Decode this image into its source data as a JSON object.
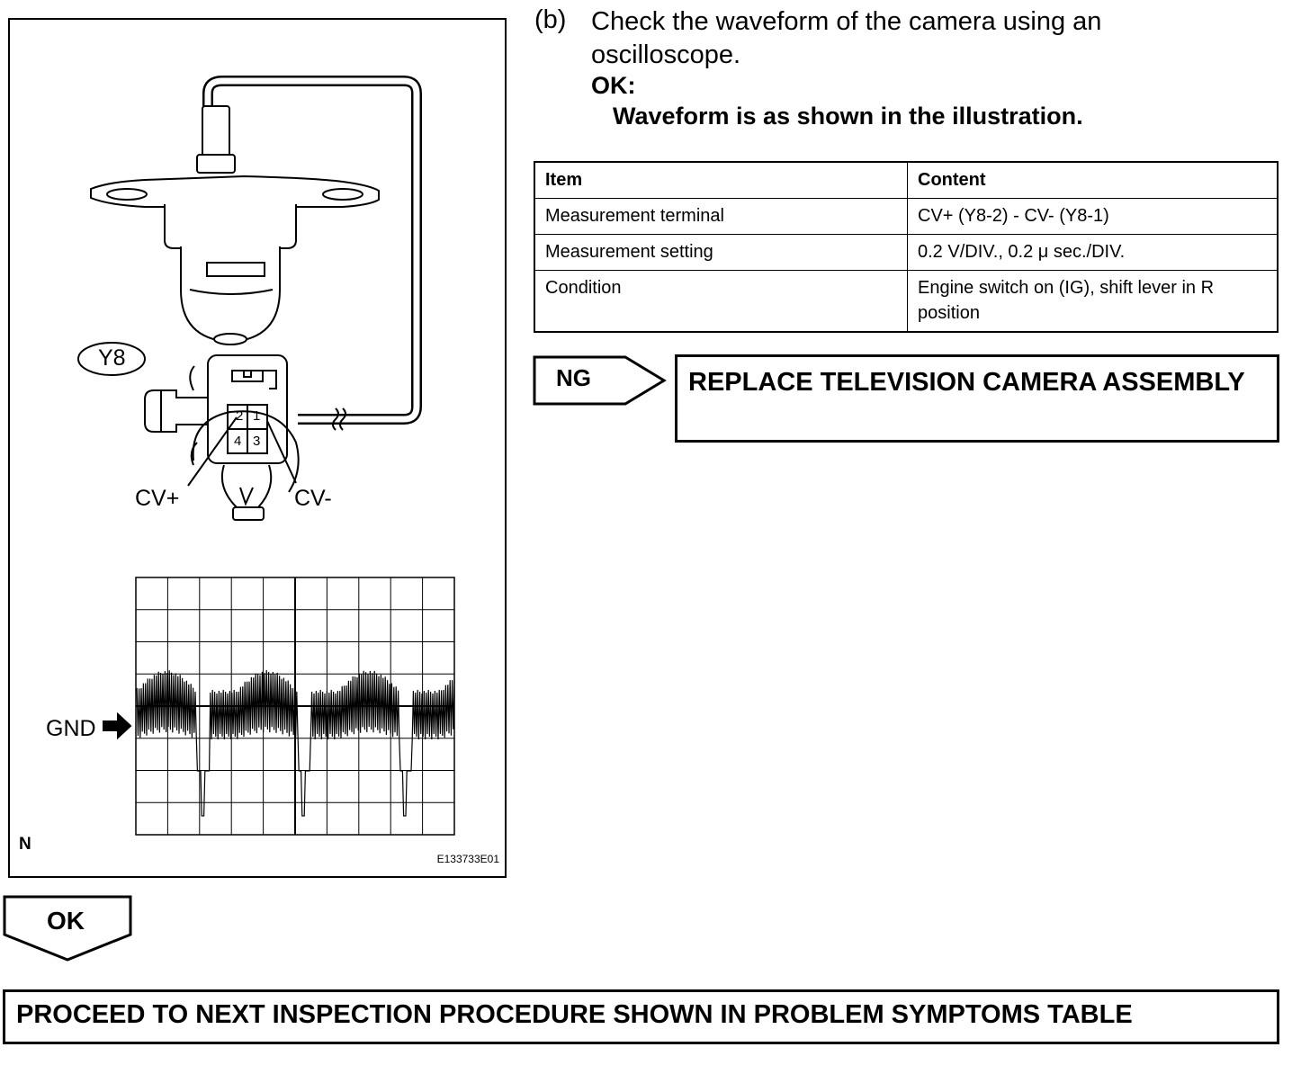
{
  "step": {
    "marker": "(b)",
    "instruction": "Check the waveform of the camera using an oscilloscope.",
    "ok_heading": "OK:",
    "ok_criterion": "Waveform is as shown in the illustration."
  },
  "illustration": {
    "connector_label": "Y8",
    "pin_labels": [
      "2",
      "1",
      "4",
      "3"
    ],
    "probe_positive": "CV+",
    "probe_negative": "CV-",
    "ground_label": "GND",
    "orientation_mark": "N",
    "figure_code": "E133733E01"
  },
  "table": {
    "headers": [
      "Item",
      "Content"
    ],
    "rows": [
      [
        "Measurement terminal",
        "CV+ (Y8-2) - CV- (Y8-1)"
      ],
      [
        "Measurement setting",
        "0.2 V/DIV., 0.2 μ sec./DIV."
      ],
      [
        "Condition",
        "Engine switch on (IG), shift lever in R position"
      ]
    ]
  },
  "ng_branch": {
    "label": "NG",
    "action": "REPLACE TELEVISION CAMERA ASSEMBLY"
  },
  "ok_branch": {
    "label": "OK",
    "action": "PROCEED TO NEXT INSPECTION PROCEDURE SHOWN IN PROBLEM SYMPTOMS TABLE"
  }
}
